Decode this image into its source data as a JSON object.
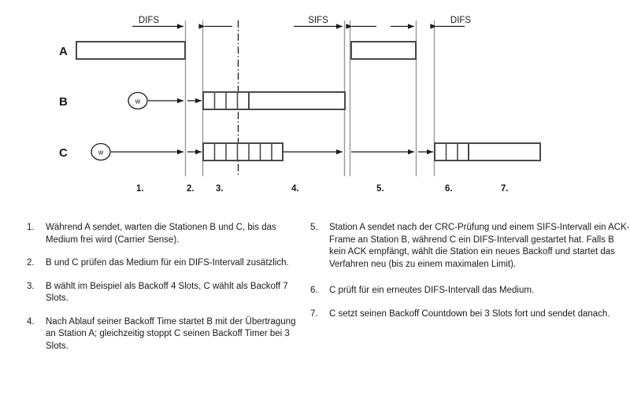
{
  "diagram": {
    "rows": [
      {
        "id": "A",
        "label": "A"
      },
      {
        "id": "B",
        "label": "B"
      },
      {
        "id": "C",
        "label": "C"
      }
    ],
    "interval_labels": [
      {
        "name": "difs-1",
        "text": "DIFS"
      },
      {
        "name": "sifs-1",
        "text": "SIFS"
      },
      {
        "name": "difs-2",
        "text": "DIFS"
      }
    ],
    "wait_markers": [
      {
        "row": "B",
        "text": "w"
      },
      {
        "row": "C",
        "text": "w"
      }
    ],
    "phase_markers": [
      {
        "text": "1."
      },
      {
        "text": "2."
      },
      {
        "text": "3."
      },
      {
        "text": "4."
      },
      {
        "text": "5."
      },
      {
        "text": "6."
      },
      {
        "text": "7."
      }
    ],
    "frames": [
      {
        "name": "a-data-frame",
        "station": "A",
        "kind": "data"
      },
      {
        "name": "a-ack-frame",
        "station": "A",
        "kind": "ack"
      },
      {
        "name": "b-backoff-slots",
        "station": "B",
        "kind": "backoff",
        "slots": 4
      },
      {
        "name": "b-data-frame",
        "station": "B",
        "kind": "data"
      },
      {
        "name": "c-backoff-slots-first",
        "station": "C",
        "kind": "backoff",
        "slots": 4
      },
      {
        "name": "c-backoff-slots-second",
        "station": "C",
        "kind": "backoff",
        "slots": 3
      },
      {
        "name": "c-backoff-slots-resume",
        "station": "C",
        "kind": "backoff",
        "slots": 3
      },
      {
        "name": "c-data-frame",
        "station": "C",
        "kind": "data"
      }
    ],
    "colors": {
      "stroke": "#3a3a3a",
      "guide": "#9a9a9a",
      "text": "#1a1a1a",
      "background": "#ffffff"
    }
  },
  "legend": {
    "left": [
      {
        "num": "1.",
        "text": "Während A sendet, warten die Stationen B und C, bis das Medium frei wird (Carrier Sense)."
      },
      {
        "num": "2.",
        "text": "B und C prüfen das Medium für ein DIFS-Intervall zusätzlich."
      },
      {
        "num": "3.",
        "text": "B wählt im Beispiel als Backoff 4 Slots, C wählt als Backoff 7 Slots."
      },
      {
        "num": "4.",
        "text": "Nach Ablauf seiner Backoff Time startet B mit der Übertragung an Station A; gleichzeitig stoppt C seinen Backoff Timer bei 3 Slots."
      }
    ],
    "right": [
      {
        "num": "5.",
        "text": "Station A sendet nach der CRC-Prüfung und einem SIFS-Intervall ein ACK-Frame an Station B, während C ein DIFS-Intervall gestartet hat. Falls B kein ACK empfängt, wählt die Station ein neues Backoff und startet das Verfahren neu (bis zu einem maximalen Limit)."
      },
      {
        "num": "6.",
        "text": "C prüft für ein erneutes DIFS-Intervall das Medium."
      },
      {
        "num": "7.",
        "text": "C setzt seinen Backoff Countdown bei 3 Slots fort und sendet danach."
      }
    ]
  }
}
